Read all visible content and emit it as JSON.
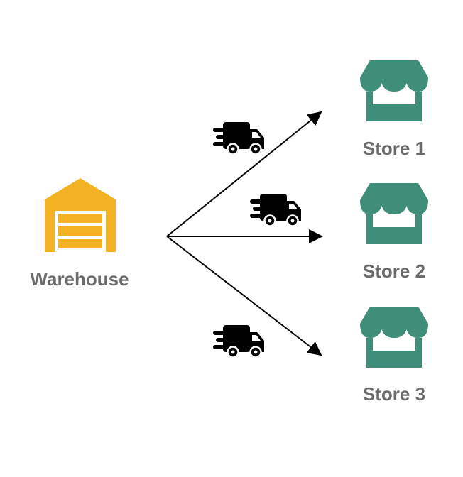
{
  "colors": {
    "warehouse": "#F3B223",
    "store": "#3E8E79",
    "truck": "#000000",
    "arrow": "#000000",
    "label": "#6B6B6B"
  },
  "warehouse": {
    "label": "Warehouse",
    "icon": "warehouse-icon"
  },
  "stores": [
    {
      "label": "Store 1",
      "icon": "store-icon"
    },
    {
      "label": "Store 2",
      "icon": "store-icon"
    },
    {
      "label": "Store 3",
      "icon": "store-icon"
    }
  ],
  "trucks": [
    {
      "icon": "delivery-truck-icon"
    },
    {
      "icon": "delivery-truck-icon"
    },
    {
      "icon": "delivery-truck-icon"
    }
  ]
}
